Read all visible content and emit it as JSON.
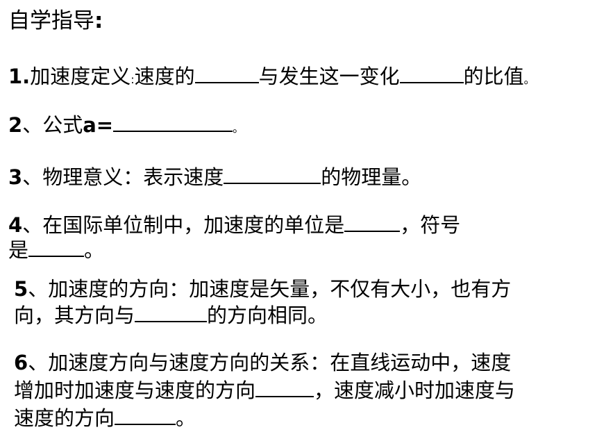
{
  "title": "自学指导",
  "title_colon": ":",
  "q1": {
    "num": "1.",
    "a": "加速度定义",
    "sep": ":",
    "b": "速度的",
    "c": "与发生这一变化",
    "d": "的比值",
    "end": "。"
  },
  "q2": {
    "num": "2",
    "a": "、公式",
    "formula": "a=",
    "end": "。"
  },
  "q3": {
    "num": "3",
    "a": "、物理意义：表示速度",
    "b": "的物理量。"
  },
  "q4": {
    "num": "4",
    "a": "、在国际单位制中，加速度的单位是",
    "b": "，符号",
    "c": "是",
    "d": "。"
  },
  "q5": {
    "num": "5",
    "a": "、加速度的方向：加速度是矢量，不仅有大小，也有方",
    "b": "向，其方向与",
    "c": "的方向相同。"
  },
  "q6": {
    "num": "6",
    "a": "、加速度方向与速度方向的关系：在直线运动中，速度",
    "b": "增加时加速度与速度的方向",
    "c": "，速度减小时加速度与",
    "d": "速度的方向",
    "e": "。"
  }
}
